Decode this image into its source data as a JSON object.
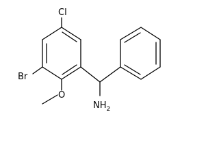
{
  "molecule": {
    "atoms": {
      "chlorine": "Cl",
      "bromine": "Br",
      "oxygen": "O",
      "amine": "NH2",
      "amine_main": "NH",
      "amine_subscript": "2"
    }
  },
  "colors": {
    "bond": "#000000",
    "label": "#000000",
    "background": "#ffffff"
  }
}
